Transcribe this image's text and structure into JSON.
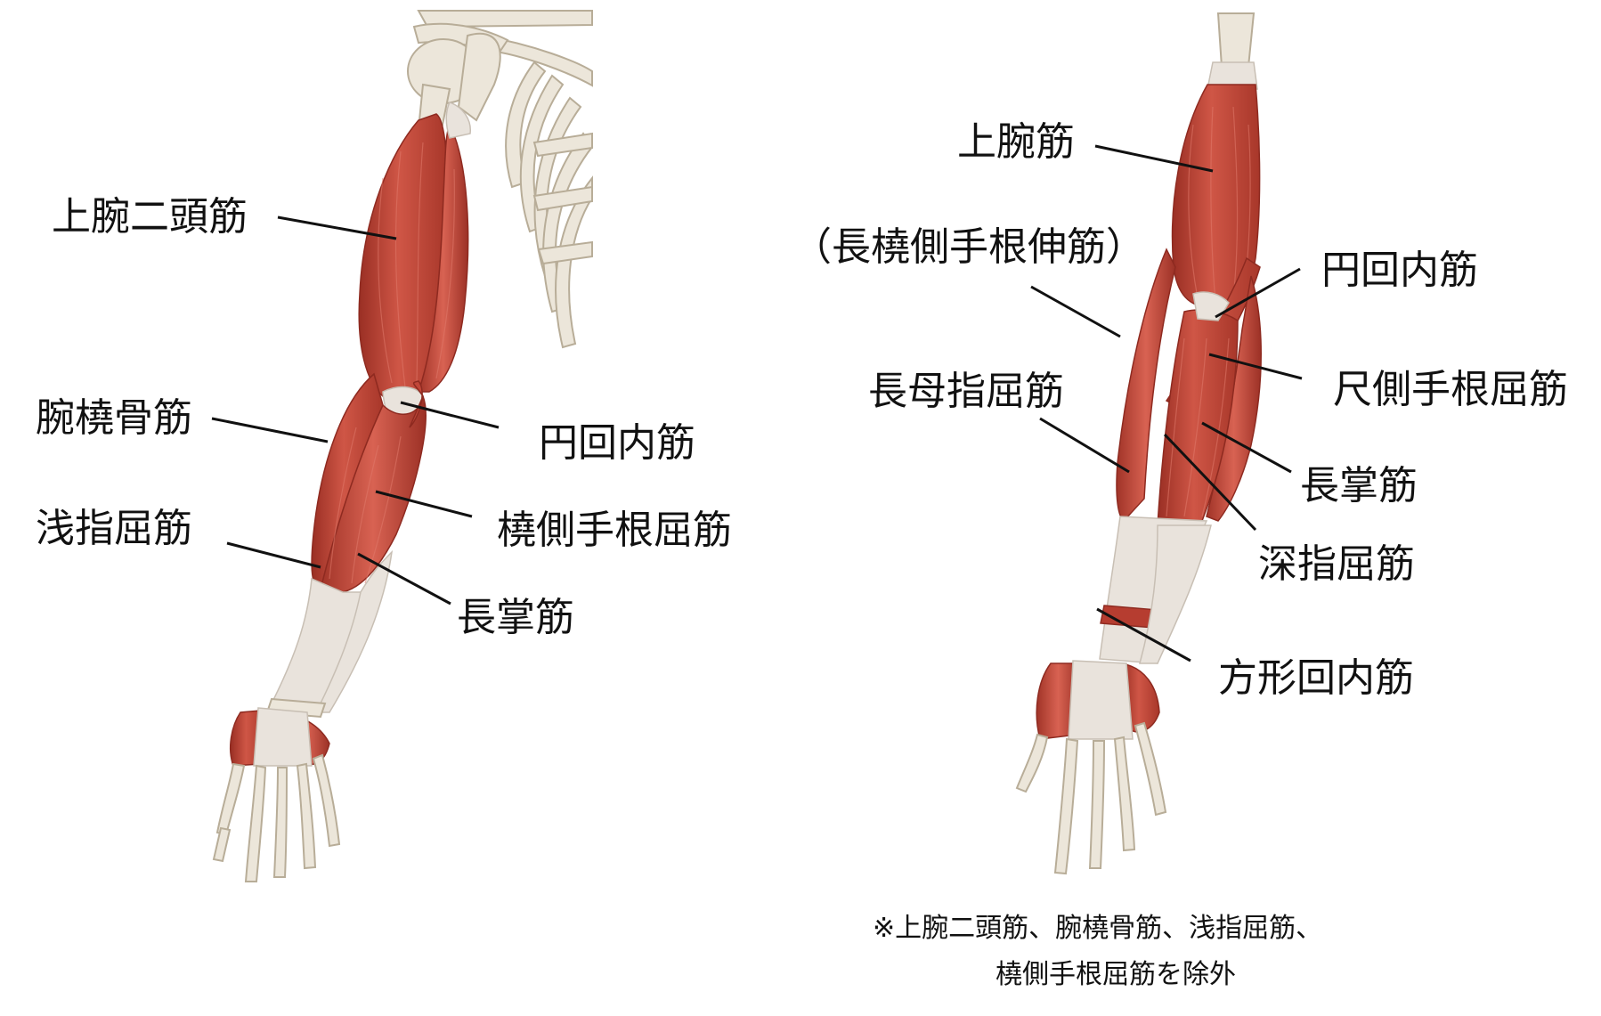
{
  "colors": {
    "muscle": "#c2483a",
    "muscle_dark": "#8e2a20",
    "bone": "#ece6da",
    "tendon": "#e9e3dc",
    "text": "#111111"
  },
  "left_figure": {
    "labels": {
      "biceps": "上腕二頭筋",
      "brachioradialis": "腕橈骨筋",
      "fds": "浅指屈筋",
      "pronator_teres": "円回内筋",
      "fcr": "橈側手根屈筋",
      "palmaris_longus": "長掌筋"
    }
  },
  "right_figure": {
    "labels": {
      "brachialis": "上腕筋",
      "ecrl": "（長橈側手根伸筋）",
      "pronator_teres": "円回内筋",
      "fpl": "長母指屈筋",
      "fcu": "尺側手根屈筋",
      "palmaris_longus": "長掌筋",
      "fdp": "深指屈筋",
      "pronator_quadratus": "方形回内筋"
    },
    "note": {
      "line1": "※上腕二頭筋、腕橈骨筋、浅指屈筋、",
      "line2": "橈側手根屈筋を除外"
    }
  }
}
